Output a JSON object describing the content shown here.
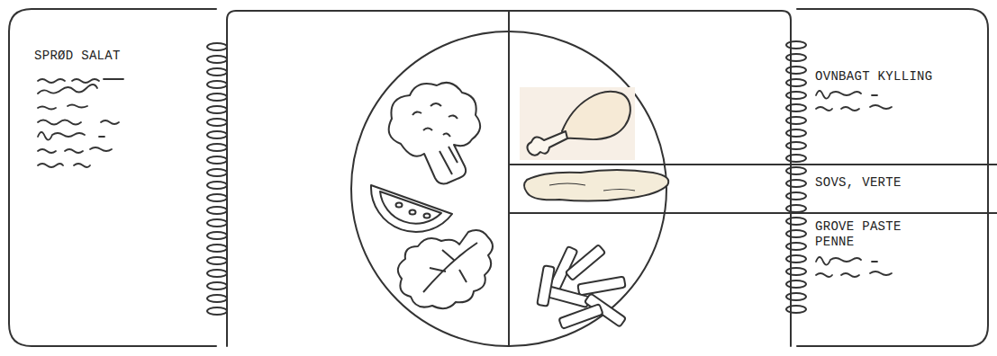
{
  "diagram": {
    "nodes": [
      {
        "text": [
          "SPRØD SALAT"
        ]
      },
      {
        "text": [
          "OVNBAGT KYLLING"
        ]
      },
      {
        "text": [
          "SOVS, VERTE"
        ]
      },
      {
        "text": [
          "GROVE PASTE PENNE"
        ]
      }
    ]
  }
}
